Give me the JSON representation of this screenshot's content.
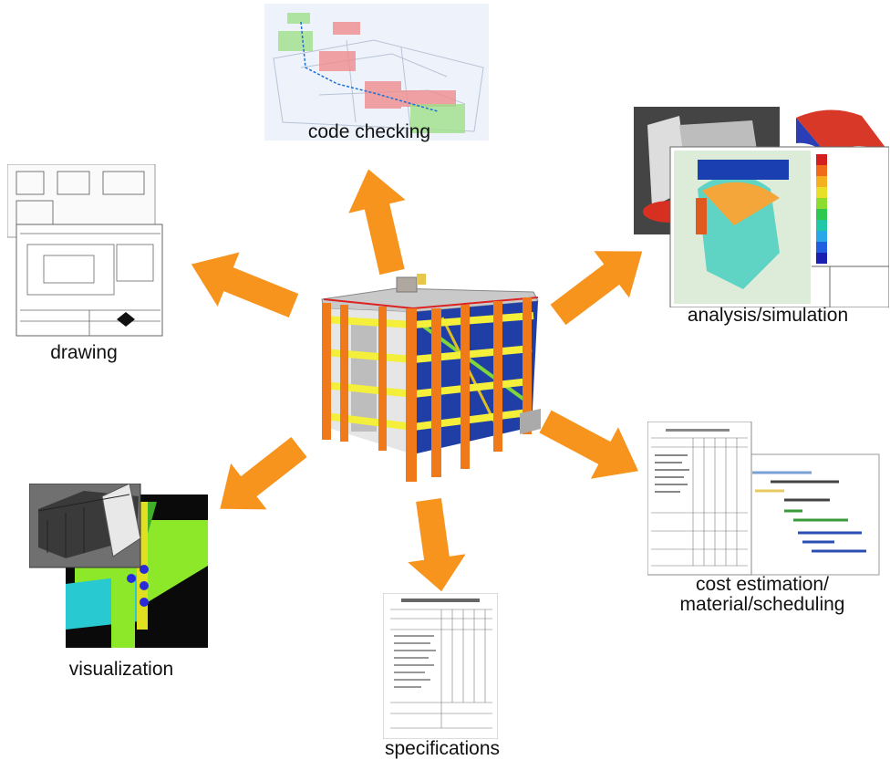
{
  "diagram": {
    "center": "building-model",
    "outputs": [
      {
        "id": "code_checking",
        "label": "code checking"
      },
      {
        "id": "analysis",
        "label": "analysis/simulation"
      },
      {
        "id": "drawing",
        "label": "drawing"
      },
      {
        "id": "cost",
        "label_line1": "cost estimation/",
        "label_line2": "material/scheduling"
      },
      {
        "id": "visualization",
        "label": "visualization"
      },
      {
        "id": "specifications",
        "label": "specifications"
      }
    ],
    "arrow_color": "#f7941d"
  }
}
